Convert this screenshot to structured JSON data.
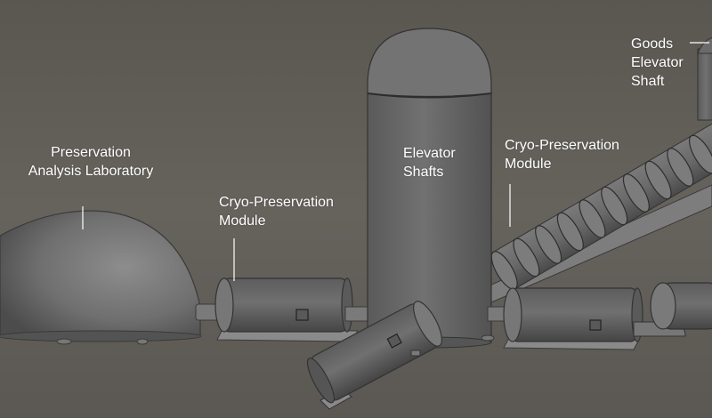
{
  "labels": {
    "preservation_lab": "Preservation\nAnalysis Laboratory",
    "cryo_module_left": "Cryo-Preservation\nModule",
    "elevator_shafts": "Elevator\nShafts",
    "cryo_module_right": "Cryo-Preservation\nModule",
    "goods_elevator": "Goods\nElevator\nShaft"
  },
  "colors": {
    "background": "#5f5c57",
    "structure": "#6a6a6a",
    "label_text": "#ffffff"
  }
}
